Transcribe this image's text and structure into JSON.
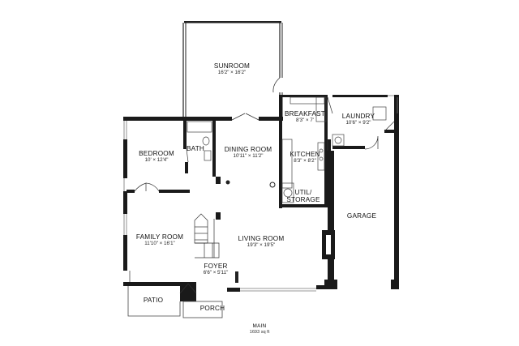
{
  "floor": {
    "name": "MAIN",
    "area": "1693 sq ft"
  },
  "rooms": {
    "sunroom": {
      "name": "SUNROOM",
      "dims": "16'2\" × 16'2\""
    },
    "breakfast": {
      "name": "BREAKFAST",
      "dims": "8'3\" × 7'"
    },
    "laundry": {
      "name": "LAUNDRY",
      "dims": "10'6\" × 9'2\""
    },
    "bedroom": {
      "name": "BEDROOM",
      "dims": "10' × 12'4\""
    },
    "bath": {
      "name": "BATH"
    },
    "dining_room": {
      "name": "DINING ROOM",
      "dims": "10'11\" × 11'2\""
    },
    "kitchen": {
      "name": "KITCHEN",
      "dims": "8'3\" × 8'2\""
    },
    "util_storage": {
      "line1": "UTIL/",
      "line2": "STORAGE"
    },
    "garage": {
      "name": "GARAGE"
    },
    "family_room": {
      "name": "FAMILY ROOM",
      "dims": "11'10\" × 16'1\""
    },
    "living_room": {
      "name": "LIVING ROOM",
      "dims": "19'3\" × 19'5\""
    },
    "foyer": {
      "name": "FOYER",
      "dims": "6'6\" × 5'11\""
    },
    "patio": {
      "name": "PATIO"
    },
    "porch": {
      "name": "PORCH"
    }
  },
  "colors": {
    "wall": "#1a1a1a",
    "window": "#8a8a8a",
    "background": "#ffffff"
  }
}
